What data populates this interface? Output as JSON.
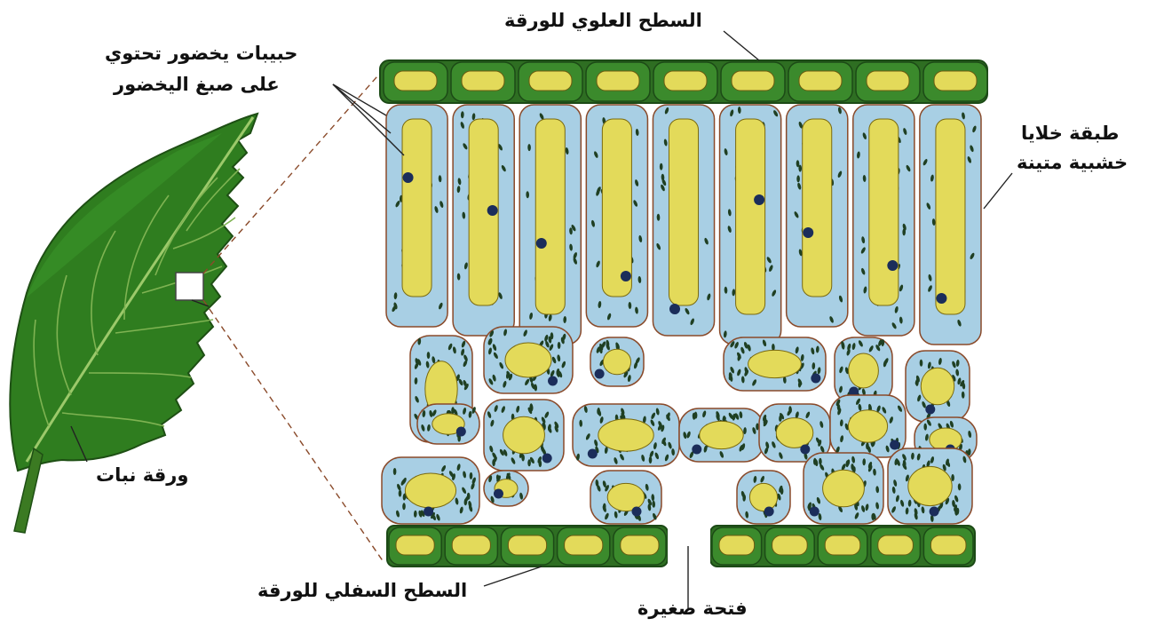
{
  "labels": {
    "upper_surface": "السطح العلوي للورقة",
    "chloroplasts_line1": "حبيبات يخضور تحتوي",
    "chloroplasts_line2": "على صبغ اليخضور",
    "palisade_line1": "طبقة خلايا",
    "palisade_line2": "خشبية متينة",
    "plant_leaf": "ورقة نبات",
    "lower_surface": "السطح السفلي للورقة",
    "stoma": "فتحة صغيرة"
  },
  "colors": {
    "leaf_green": "#2f7d1f",
    "epidermis_green": "#2e6e22",
    "cell_blue": "#a8cfe4",
    "cytoplasm_yellow": "#e3da5a",
    "chloroplast_dark": "#1f3f22",
    "nucleus": "#1b2d5a",
    "cell_border": "#8a4a2a"
  }
}
